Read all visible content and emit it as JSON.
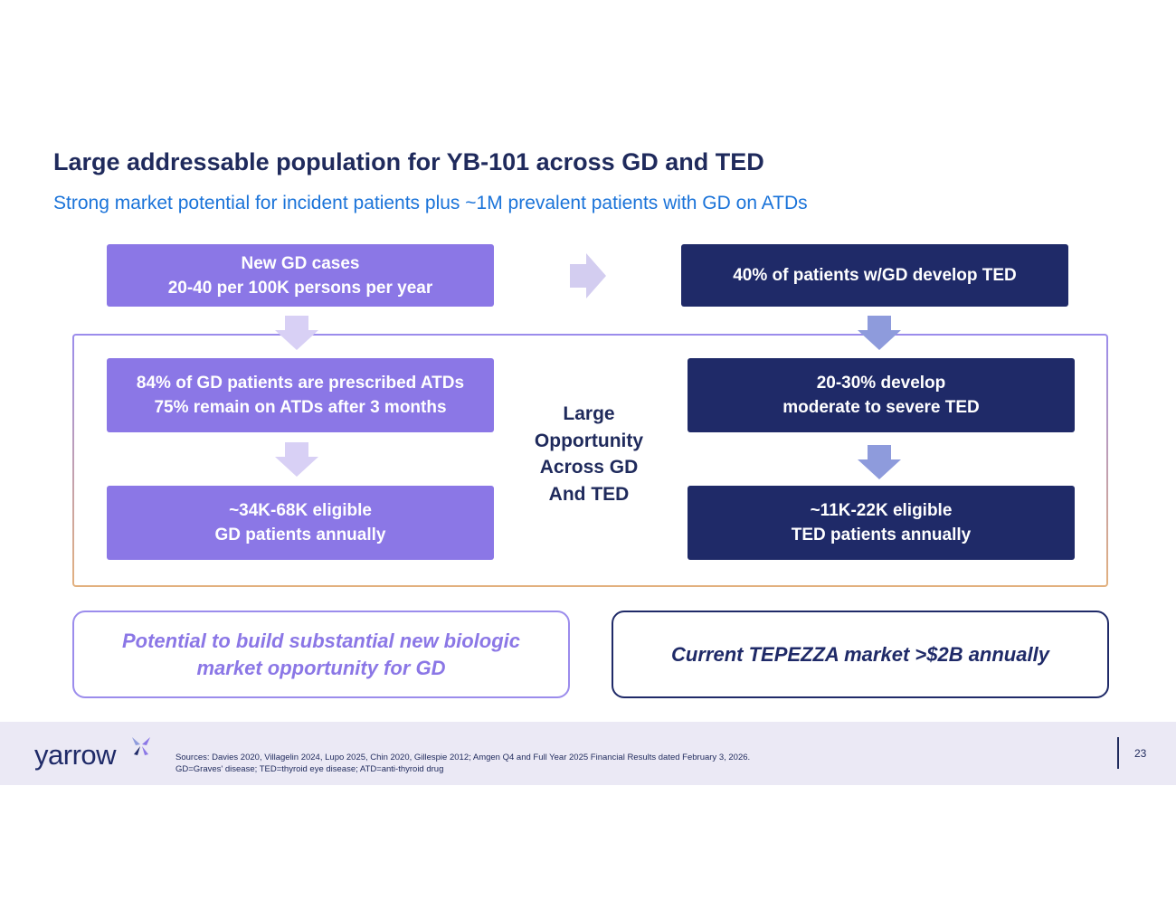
{
  "slide": {
    "title": "Large addressable population for YB-101 across GD and TED",
    "subtitle": "Strong market potential for incident patients plus ~1M prevalent patients with GD on ATDs"
  },
  "gd_flow": {
    "box1": {
      "line1": "New GD cases",
      "line2": "20-40 per 100K persons per year"
    },
    "box2": {
      "line1": "84% of GD patients are prescribed ATDs",
      "line2": "75% remain on ATDs after 3 months"
    },
    "box3": {
      "line1": "~34K-68K eligible",
      "line2": "GD patients annually"
    }
  },
  "ted_flow": {
    "box1": {
      "line1": "40% of patients w/GD develop TED"
    },
    "box2": {
      "line1": "20-30% develop",
      "line2": "moderate to severe TED"
    },
    "box3": {
      "line1": "~11K-22K eligible",
      "line2": "TED patients annually"
    }
  },
  "center_label": {
    "line1": "Large",
    "line2": "Opportunity",
    "line3": "Across GD",
    "line4": "And TED"
  },
  "callouts": {
    "gd": {
      "line1": "Potential to build substantial new biologic",
      "line2": "market opportunity for GD"
    },
    "ted": {
      "line1": "Current TEPEZZA market >$2B annually"
    }
  },
  "footer": {
    "logo_text": "yarrow",
    "sources_line1": "Sources: Davies 2020, Villagelin 2024, Lupo 2025, Chin 2020, Gillespie 2012;  Amgen Q4 and Full Year 2025 Financial Results dated February 3, 2026.",
    "sources_line2": "GD=Graves' disease; TED=thyroid eye disease; ATD=anti-thyroid drug",
    "page_number": "23"
  },
  "colors": {
    "gd_accent": "#8b77e6",
    "ted_accent": "#1f2a68",
    "title": "#1f2a5c",
    "subtitle": "#1a73d9"
  },
  "icons": [
    "arrow-right-icon",
    "arrow-down-icon",
    "yarrow-logo-mark"
  ]
}
